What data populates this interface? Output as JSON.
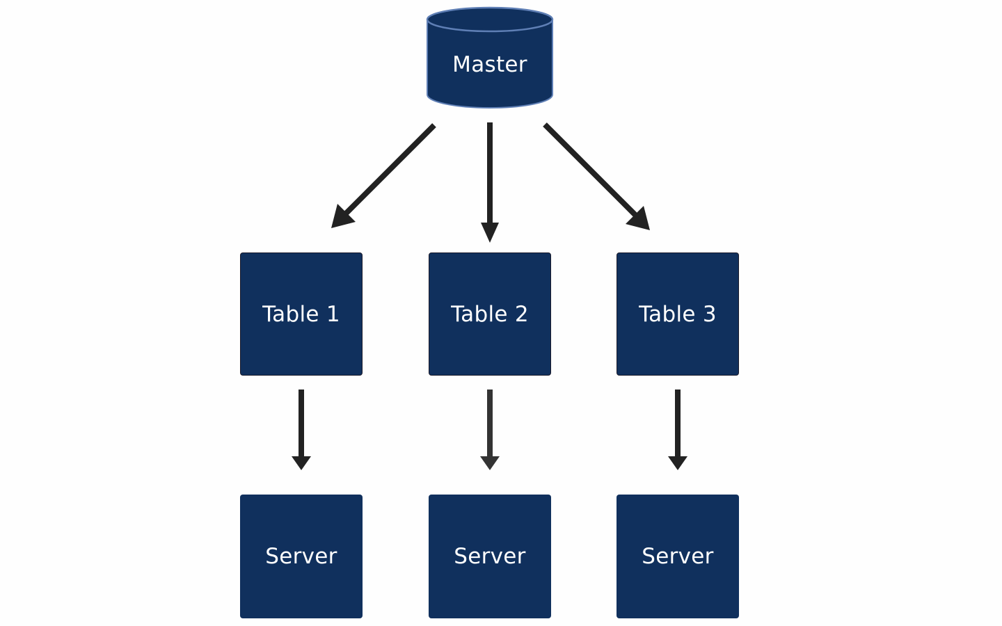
{
  "diagram": {
    "master": {
      "label": "Master"
    },
    "tables": [
      {
        "label": "Table 1"
      },
      {
        "label": "Table 2"
      },
      {
        "label": "Table 3"
      }
    ],
    "servers": [
      {
        "label": "Server"
      },
      {
        "label": "Server"
      },
      {
        "label": "Server"
      }
    ],
    "edges": [
      {
        "from": "Master",
        "to": "Table 1"
      },
      {
        "from": "Master",
        "to": "Table 2"
      },
      {
        "from": "Master",
        "to": "Table 3"
      },
      {
        "from": "Table 1",
        "to": "Server"
      },
      {
        "from": "Table 2",
        "to": "Server"
      },
      {
        "from": "Table 3",
        "to": "Server"
      }
    ]
  },
  "colors": {
    "node_fill": "#10305d",
    "node_outline": "#5f7fb5",
    "arrow": "#222222",
    "background": "#fefefe"
  }
}
